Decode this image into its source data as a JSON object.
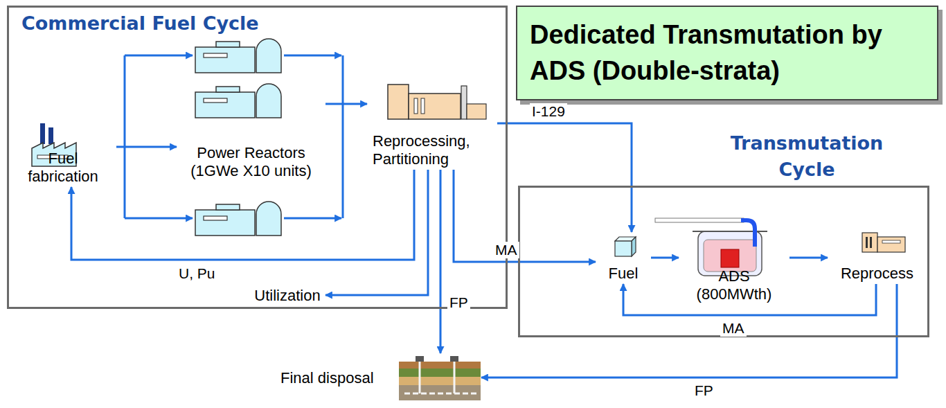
{
  "diagram": {
    "title": "Dedicated Transmutation by ADS (Double-strata)",
    "nodes": [
      {
        "text": [
          "Commercial Fuel Cycle"
        ]
      },
      {
        "text": [
          "Fuel fabrication"
        ],
        "in": 0
      },
      {
        "text": [
          "Power Reactors (1GWe X10 units)"
        ],
        "in": 0
      },
      {
        "text": [
          "Reprocessing, Partitioning"
        ],
        "in": 0
      },
      {
        "text": [
          "Transmutation Cycle"
        ]
      },
      {
        "text": [
          "Fuel"
        ],
        "in": 4
      },
      {
        "text": [
          "ADS (800MWth)"
        ],
        "in": 4
      },
      {
        "text": [
          "Reprocess"
        ],
        "in": 4
      },
      {
        "text": [
          "Final disposal"
        ]
      },
      {
        "text": [
          "Utilization"
        ]
      }
    ],
    "edges": [
      {
        "from": 1,
        "to": 2,
        "arrow": "to"
      },
      {
        "from": 2,
        "to": 3,
        "arrow": "to"
      },
      {
        "from": 3,
        "to": 1,
        "label": "U, Pu",
        "arrow": "to"
      },
      {
        "from": 3,
        "to": 5,
        "label": "I-129",
        "arrow": "to"
      },
      {
        "from": 3,
        "to": 5,
        "label": "MA",
        "arrow": "to"
      },
      {
        "from": 3,
        "to": 9,
        "arrow": "to"
      },
      {
        "from": 3,
        "to": 8,
        "label": "FP",
        "arrow": "to"
      },
      {
        "from": 5,
        "to": 6,
        "arrow": "to"
      },
      {
        "from": 6,
        "to": 7,
        "arrow": "to"
      },
      {
        "from": 7,
        "to": 5,
        "label": "MA",
        "arrow": "to"
      },
      {
        "from": 7,
        "to": 8,
        "label": "FP",
        "arrow": "to"
      }
    ]
  }
}
